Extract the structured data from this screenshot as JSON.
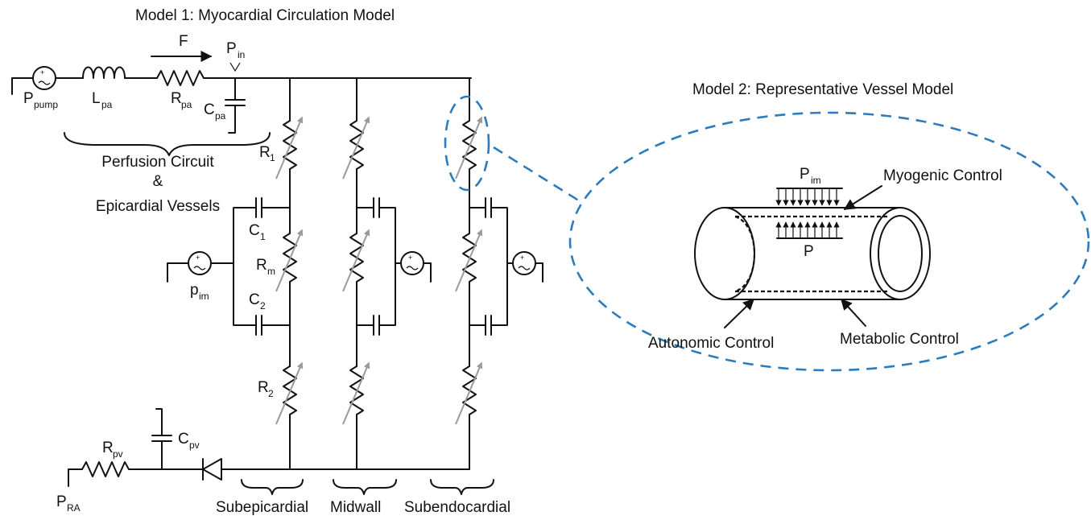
{
  "model1": {
    "title": "Model 1: Myocardial Circulation Model",
    "labels": {
      "F": "F",
      "P_in": "P",
      "P_in_sub": "in",
      "P_pump": "P",
      "P_pump_sub": "pump",
      "L_pa": "L",
      "L_pa_sub": "pa",
      "R_pa": "R",
      "R_pa_sub": "pa",
      "C_pa": "C",
      "C_pa_sub": "pa",
      "R_1": "R",
      "R_1_sub": "1",
      "C_1": "C",
      "C_1_sub": "1",
      "R_m": "R",
      "R_m_sub": "m",
      "C_2": "C",
      "C_2_sub": "2",
      "R_2": "R",
      "R_2_sub": "2",
      "p_im": "p",
      "p_im_sub": "im",
      "R_pv": "R",
      "R_pv_sub": "pv",
      "C_pv": "C",
      "C_pv_sub": "pv",
      "P_RA": "P",
      "P_RA_sub": "RA"
    },
    "perfusion_label": [
      "Perfusion Circuit",
      "&",
      "Epicardial Vessels"
    ],
    "layers": [
      "Subepicardial",
      "Midwall",
      "Subendocardial"
    ]
  },
  "model2": {
    "title": "Model 2: Representative Vessel Model",
    "P_im": "P",
    "P_im_sub": "im",
    "P": "P",
    "myogenic": "Myogenic Control",
    "autonomic": "Autonomic Control",
    "metabolic": "Metabolic Control"
  },
  "colors": {
    "ellipse": "#2b7bbd",
    "variable_arrow": "#9a9a9a",
    "wire": "#111111"
  }
}
